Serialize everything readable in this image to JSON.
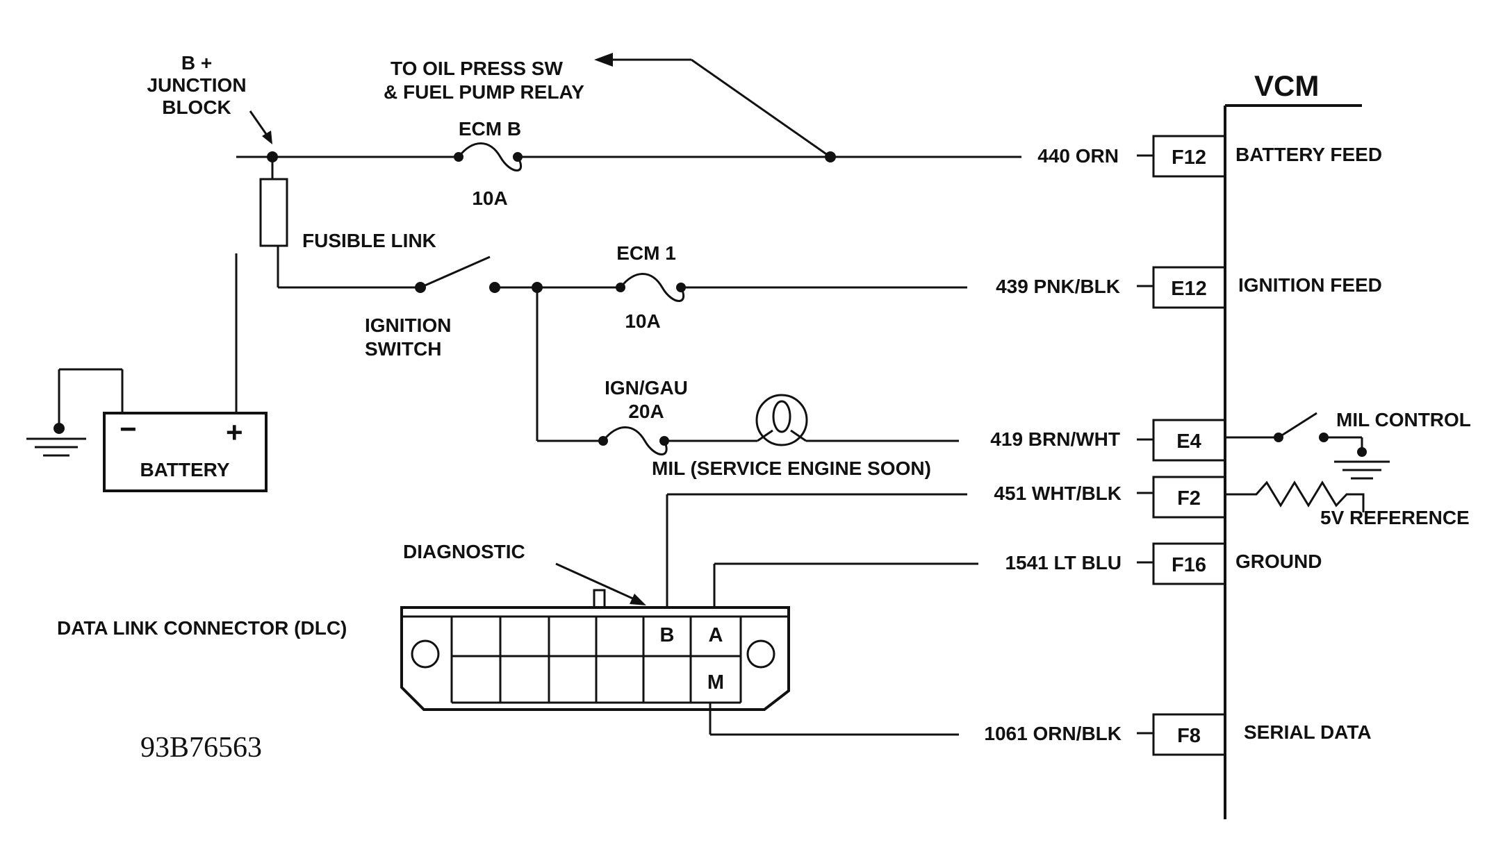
{
  "module": {
    "title": "VCM"
  },
  "junction": {
    "line1": "B +",
    "line2": "JUNCTION",
    "line3": "BLOCK"
  },
  "oil_note": {
    "line1": "TO OIL PRESS SW",
    "line2": "& FUEL PUMP RELAY"
  },
  "fuses": {
    "ecm_b": {
      "name": "ECM B",
      "rating": "10A"
    },
    "ecm_1": {
      "name": "ECM 1",
      "rating": "10A"
    },
    "ign_gau": {
      "name": "IGN/GAU",
      "rating": "20A"
    }
  },
  "fusible_link": "FUSIBLE LINK",
  "ignition_switch": {
    "line1": "IGNITION",
    "line2": "SWITCH"
  },
  "battery": {
    "label": "BATTERY",
    "neg": "−",
    "pos": "+"
  },
  "mil_lamp": "MIL (SERVICE ENGINE SOON)",
  "circuits": [
    {
      "wire": "440 ORN",
      "pin": "F12",
      "function": "BATTERY FEED"
    },
    {
      "wire": "439 PNK/BLK",
      "pin": "E12",
      "function": "IGNITION FEED"
    },
    {
      "wire": "419 BRN/WHT",
      "pin": "E4",
      "function": ""
    },
    {
      "wire": "451 WHT/BLK",
      "pin": "F2",
      "function": ""
    },
    {
      "wire": "1541 LT BLU",
      "pin": "F16",
      "function": "GROUND"
    },
    {
      "wire": "1061 ORN/BLK",
      "pin": "F8",
      "function": "SERIAL DATA"
    }
  ],
  "mil_control": "MIL CONTROL",
  "five_v_ref": "5V REFERENCE",
  "dlc": {
    "label": "DATA LINK CONNECTOR (DLC)",
    "diagnostic": "DIAGNOSTIC",
    "terminal_b": "B",
    "terminal_a": "A",
    "terminal_m": "M"
  },
  "figure_code": "93B76563"
}
